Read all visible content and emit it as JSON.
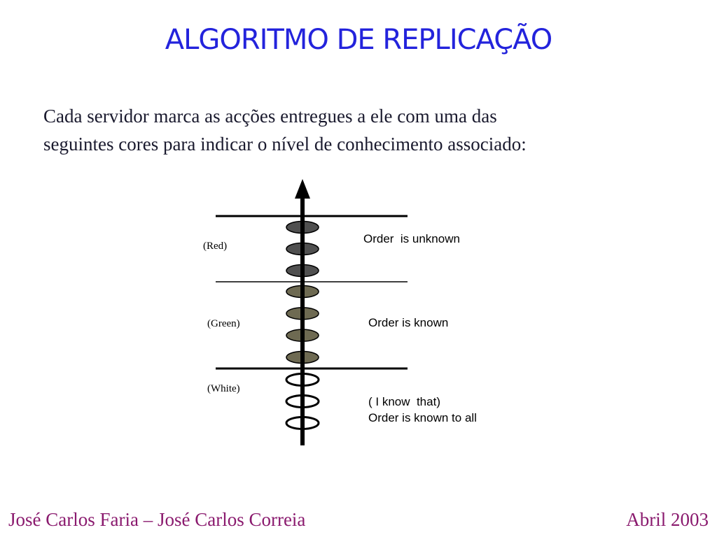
{
  "slide": {
    "title": "ALGORITMO DE REPLICAÇÃO",
    "intro_lines": [
      "Cada servidor marca as acções entregues a ele com uma das",
      "seguintes cores para indicar o nível de conhecimento associado:"
    ]
  },
  "diagram": {
    "levels": [
      {
        "label": "(Red)",
        "desc": [
          "Order  is unknown"
        ],
        "fill": "#505050",
        "markers": 3
      },
      {
        "label": "(Green)",
        "desc": [
          "Order is known"
        ],
        "fill": "#6e6a52",
        "markers": 4
      },
      {
        "label": "(White)",
        "desc": [
          "( I know  that)",
          "Order is known to all"
        ],
        "fill": "#ffffff",
        "markers": 3
      }
    ],
    "axis_icon": "up-arrow-icon"
  },
  "footer": {
    "authors": "José Carlos Faria – José Carlos Correia",
    "date": "Abril 2003"
  }
}
